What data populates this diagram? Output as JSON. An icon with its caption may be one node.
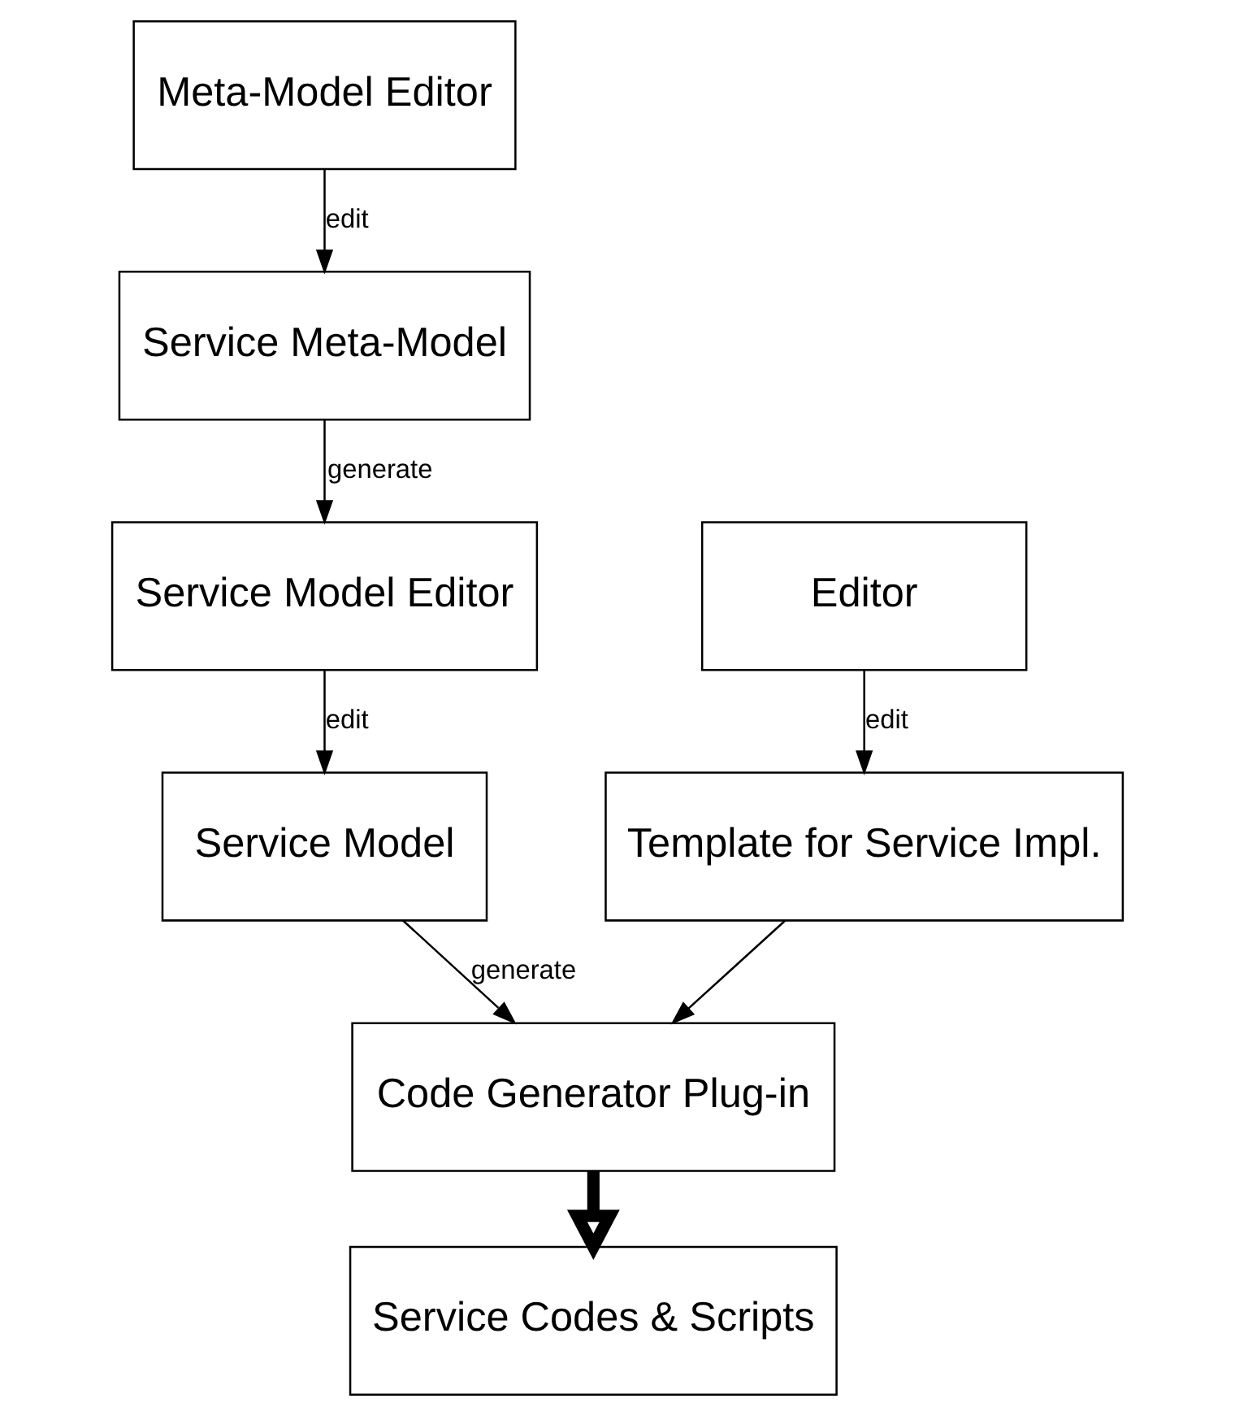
{
  "diagram": {
    "nodes": [
      {
        "text": [
          "Meta-Model Editor"
        ]
      },
      {
        "text": [
          "Service Meta-Model"
        ]
      },
      {
        "text": [
          "Service Model Editor"
        ]
      },
      {
        "text": [
          "Editor"
        ]
      },
      {
        "text": [
          "Service Model"
        ]
      },
      {
        "text": [
          "Template for Service Impl."
        ]
      },
      {
        "text": [
          "Code Generator Plug-in"
        ]
      },
      {
        "text": [
          "Service Codes & Scripts"
        ]
      }
    ],
    "edges": [
      {
        "from": 0,
        "to": 1,
        "arrow": "to",
        "label": "edit"
      },
      {
        "from": 1,
        "to": 2,
        "arrow": "to",
        "label": "generate"
      },
      {
        "from": 2,
        "to": 4,
        "arrow": "to",
        "label": "edit"
      },
      {
        "from": 3,
        "to": 5,
        "arrow": "to",
        "label": "edit"
      },
      {
        "from": 4,
        "to": 6,
        "arrow": "to",
        "label": "generate"
      },
      {
        "from": 5,
        "to": 6,
        "arrow": "to"
      },
      {
        "from": 6,
        "to": 7,
        "arrow": "to",
        "style": "thick"
      }
    ]
  }
}
